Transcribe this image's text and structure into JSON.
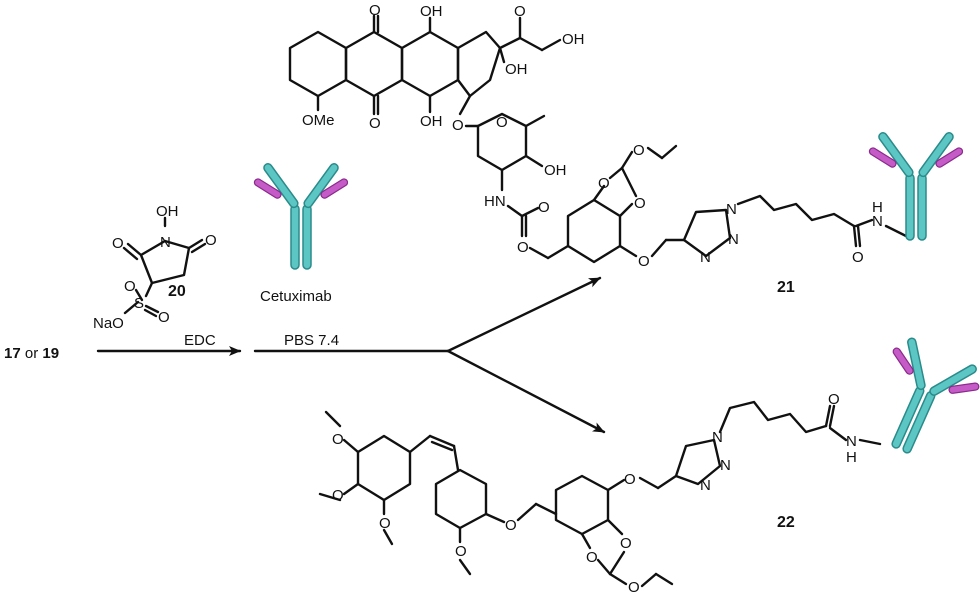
{
  "colors": {
    "antibody_heavy": "#5cc6c4",
    "antibody_light": "#c45bc6",
    "antibody_outline": "#2a8b8a",
    "ink": "#111111"
  },
  "starting_material": {
    "a": "17",
    "or": " or ",
    "b": "19"
  },
  "reagents": {
    "step1": "EDC",
    "step2": "PBS 7.4",
    "antibody_name": "Cetuximab"
  },
  "compound_20": {
    "number": "20",
    "oh": "OH",
    "n": "N",
    "o_left": "O",
    "o_right": "O",
    "o_top": "O",
    "s": "S",
    "o_s": "O",
    "nao": "NaO"
  },
  "product_21": {
    "number": "21",
    "atoms": {
      "o_q1": "O",
      "oh1": "OH",
      "o_keto": "O",
      "oh_chain": "OH",
      "oh_ring": "OH",
      "ome": "OMe",
      "o_q2": "O",
      "oh2": "OH",
      "o_gly": "O",
      "o_sugar": "O",
      "oh_sugar": "OH",
      "o_ethoxy": "O",
      "o_diox1": "O",
      "o_diox2": "O",
      "hn": "HN",
      "o_carb": "O",
      "o_carb2": "O",
      "o_link": "O",
      "n1": "N",
      "n2": "N",
      "n3": "N",
      "n_amide": "N",
      "h_amide": "H",
      "o_amide": "O"
    }
  },
  "product_22": {
    "number": "22",
    "atoms": {
      "o_me1": "O",
      "o_me2": "O",
      "o_me3": "O",
      "o_me4": "O",
      "o_ether": "O",
      "o_link": "O",
      "o_diox1": "O",
      "o_diox2": "O",
      "o_ethoxy": "O",
      "n1": "N",
      "n2": "N",
      "n3": "N",
      "o_amide": "O",
      "n_amide": "N",
      "h_amide": "H"
    }
  }
}
